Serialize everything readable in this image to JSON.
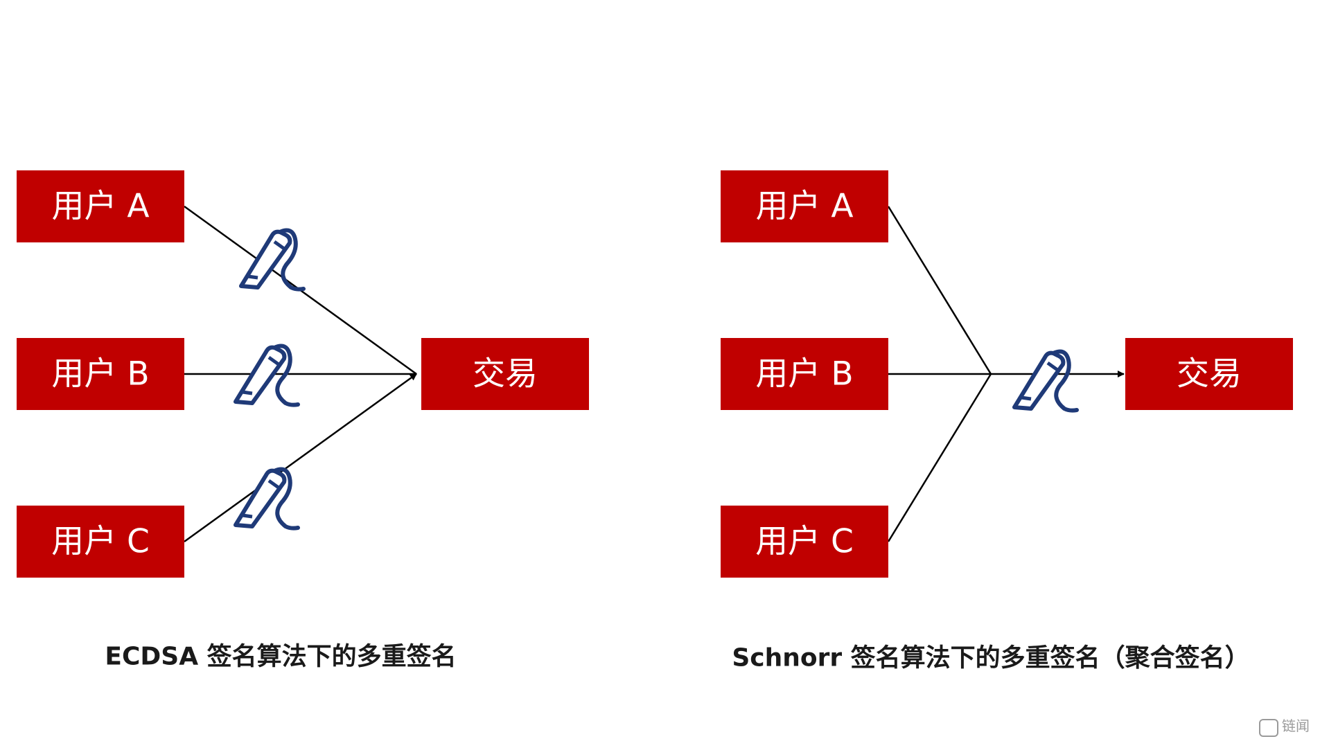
{
  "colors": {
    "box": "#c00000",
    "pen": "#1f3a78",
    "line": "#000000"
  },
  "left": {
    "users": [
      "用户 A",
      "用户 B",
      "用户 C"
    ],
    "target": "交易",
    "caption": "ECDSA 签名算法下的多重签名"
  },
  "right": {
    "users": [
      "用户 A",
      "用户 B",
      "用户 C"
    ],
    "target": "交易",
    "caption": "Schnorr 签名算法下的多重签名（聚合签名）"
  },
  "icons": {
    "signature": "pen-signature-icon"
  },
  "watermark": {
    "logo": "链闻"
  }
}
